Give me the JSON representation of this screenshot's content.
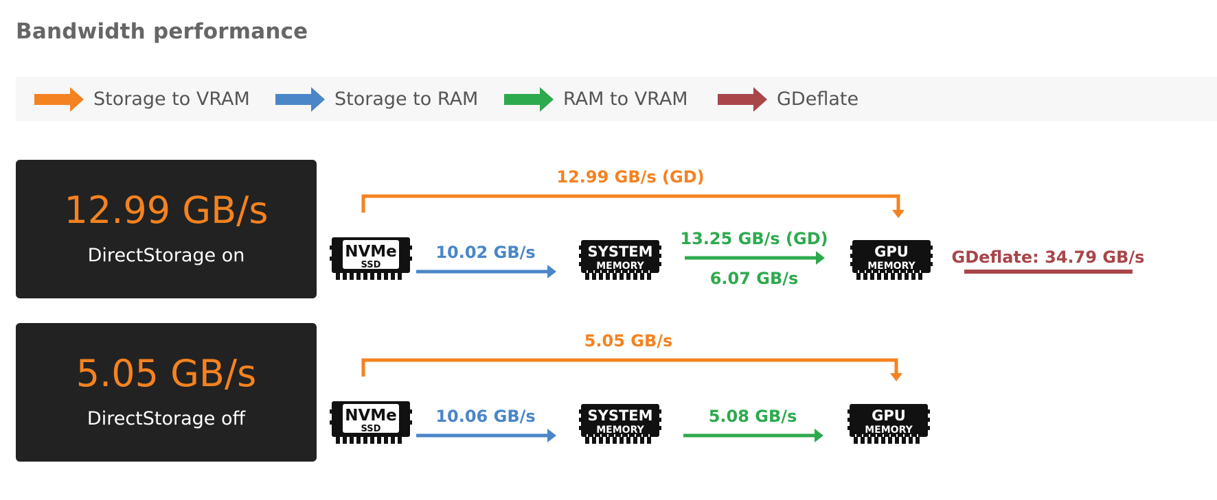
{
  "title": "Bandwidth performance",
  "legend": [
    {
      "label": "Storage to VRAM",
      "color": "#f58220"
    },
    {
      "label": "Storage to RAM",
      "color": "#4a86c8"
    },
    {
      "label": "RAM to VRAM",
      "color": "#2eaa4e"
    },
    {
      "label": "GDeflate",
      "color": "#a8464a"
    }
  ],
  "chips": {
    "nvme": {
      "top": "NVMe",
      "bottom": "SSD"
    },
    "system": {
      "top": "SYSTEM",
      "bottom": "MEMORY"
    },
    "gpu": {
      "top": "GPU",
      "bottom": "MEMORY"
    }
  },
  "rows": [
    {
      "total": "12.99 GB/s",
      "mode": "DirectStorage on",
      "storage_to_vram": "12.99 GB/s (GD)",
      "storage_to_ram": "10.02 GB/s",
      "ram_to_vram": "13.25 GB/s (GD)",
      "ram_to_vram_secondary": "6.07 GB/s",
      "gdeflate": "GDeflate: 34.79 GB/s"
    },
    {
      "total": "5.05 GB/s",
      "mode": "DirectStorage off",
      "storage_to_vram": "5.05 GB/s",
      "storage_to_ram": "10.06 GB/s",
      "ram_to_vram": "5.08 GB/s"
    }
  ]
}
